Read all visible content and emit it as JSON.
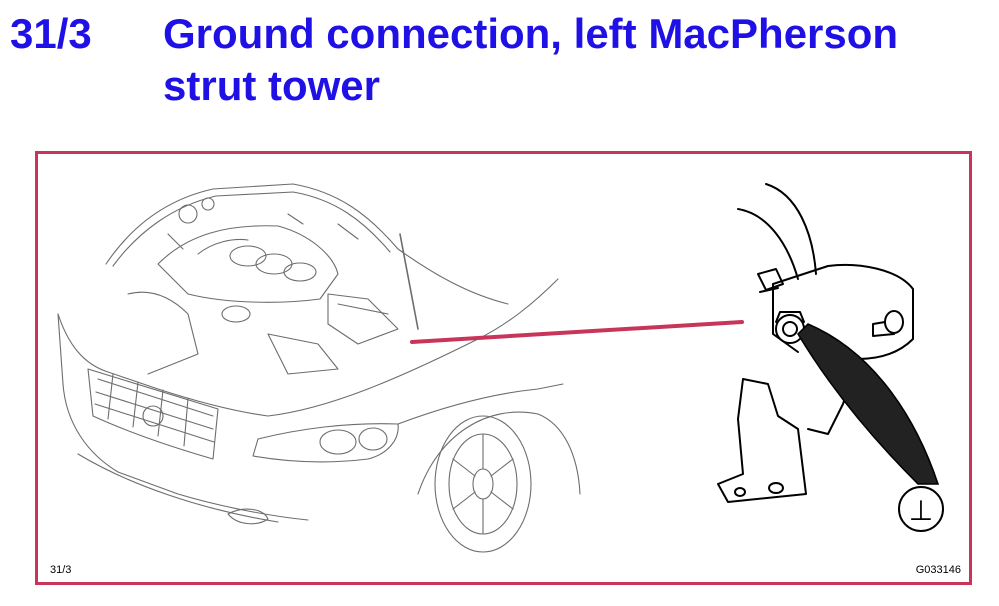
{
  "header": {
    "section_number": "31/3",
    "title": "Ground connection, left MacPherson strut tower"
  },
  "figure": {
    "ref_label": "31/3",
    "code_label": "G033146",
    "ground_symbol": "⊥",
    "frame_color": "#c8345a",
    "pointer_color": "#c8345a",
    "title_color": "#1f10e6"
  }
}
